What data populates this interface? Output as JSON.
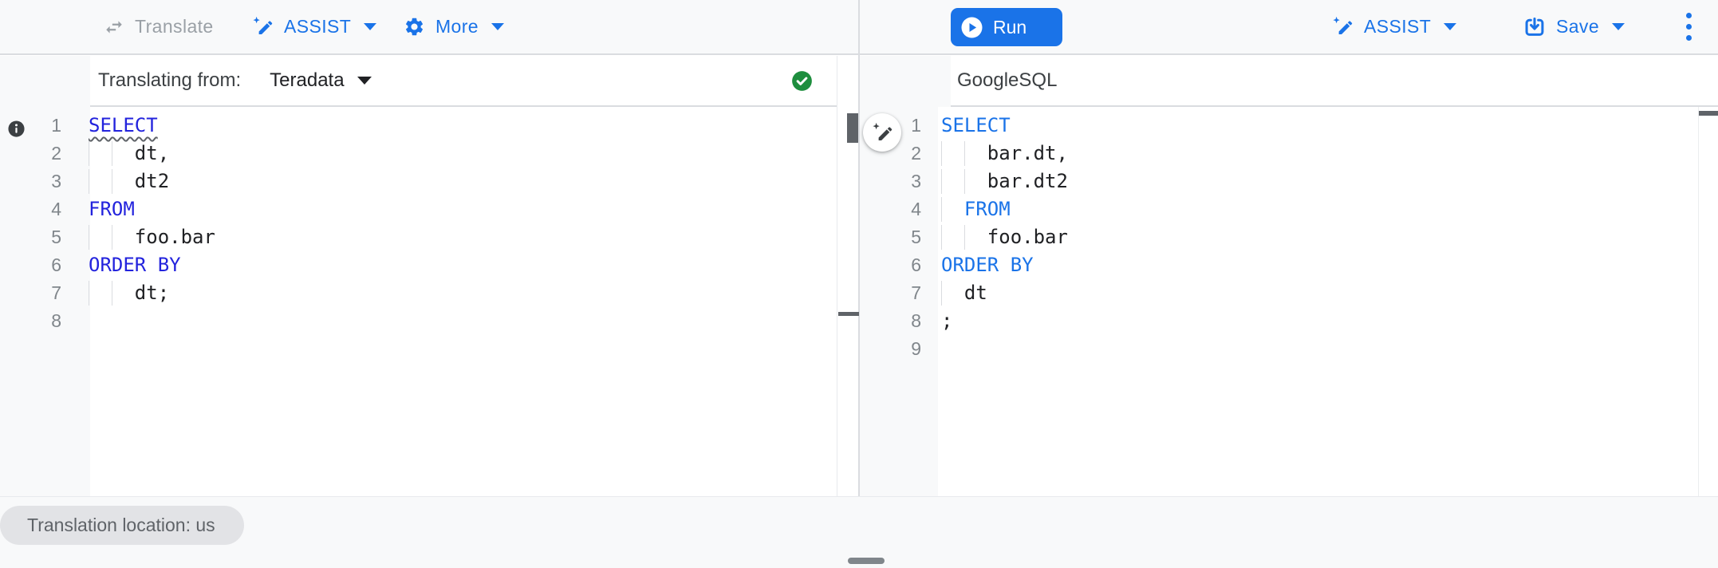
{
  "toolbar": {
    "translate_label": "Translate",
    "assist_left_label": "ASSIST",
    "more_label": "More",
    "run_label": "Run",
    "assist_right_label": "ASSIST",
    "save_label": "Save"
  },
  "left_panel": {
    "header_label": "Translating from:",
    "source_dialect": "Teradata",
    "status": "valid",
    "editor_lines": [
      {
        "n": "1",
        "guides": [],
        "tokens": [
          {
            "c": "kw sq",
            "t": "SELECT"
          }
        ]
      },
      {
        "n": "2",
        "guides": [
          0,
          2
        ],
        "tokens": [
          {
            "t": "    dt,"
          }
        ]
      },
      {
        "n": "3",
        "guides": [
          0,
          2
        ],
        "tokens": [
          {
            "t": "    dt2"
          }
        ]
      },
      {
        "n": "4",
        "guides": [],
        "tokens": [
          {
            "c": "kw",
            "t": "FROM"
          }
        ]
      },
      {
        "n": "5",
        "guides": [
          0,
          2
        ],
        "tokens": [
          {
            "t": "    foo.bar"
          }
        ]
      },
      {
        "n": "6",
        "guides": [],
        "tokens": [
          {
            "c": "kw",
            "t": "ORDER BY"
          }
        ]
      },
      {
        "n": "7",
        "guides": [
          0,
          2
        ],
        "tokens": [
          {
            "t": "    dt;"
          }
        ]
      },
      {
        "n": "8",
        "guides": [],
        "tokens": []
      }
    ]
  },
  "right_panel": {
    "title": "GoogleSQL",
    "editor_lines": [
      {
        "n": "1",
        "guides": [],
        "tokens": [
          {
            "c": "kw",
            "t": "SELECT"
          }
        ]
      },
      {
        "n": "2",
        "guides": [
          0,
          2
        ],
        "tokens": [
          {
            "t": "    bar.dt,"
          }
        ]
      },
      {
        "n": "3",
        "guides": [
          0,
          2
        ],
        "tokens": [
          {
            "t": "    bar.dt2"
          }
        ]
      },
      {
        "n": "4",
        "guides": [
          0
        ],
        "tokens": [
          {
            "t": "  "
          },
          {
            "c": "kw",
            "t": "FROM"
          }
        ]
      },
      {
        "n": "5",
        "guides": [
          0,
          2
        ],
        "tokens": [
          {
            "t": "    foo.bar"
          }
        ]
      },
      {
        "n": "6",
        "guides": [],
        "tokens": [
          {
            "c": "kw",
            "t": "ORDER BY"
          }
        ]
      },
      {
        "n": "7",
        "guides": [
          0
        ],
        "tokens": [
          {
            "t": "  dt"
          }
        ]
      },
      {
        "n": "8",
        "guides": [],
        "tokens": [
          {
            "t": ";"
          }
        ]
      },
      {
        "n": "9",
        "guides": [],
        "tokens": []
      }
    ]
  },
  "footer": {
    "location_chip": "Translation location: us"
  },
  "icons": {
    "translate": "swap-arrows-icon",
    "assist": "pen-spark-icon",
    "more": "gear-icon",
    "run": "play-circle-icon",
    "save": "save-arrow-icon",
    "overflow": "kebab-vertical-icon",
    "left_status": "check-circle-icon",
    "line_warning": "info-circle-icon",
    "between_panes": "pen-spark-fab"
  },
  "colors": {
    "accent_blue": "#1a73e8",
    "keyword_left": "#2323dd",
    "keyword_right": "#1a73e8",
    "success_green": "#1e8e3e",
    "disabled_gray": "#9aa0a6",
    "gutter_bg": "#f8f9fa"
  }
}
